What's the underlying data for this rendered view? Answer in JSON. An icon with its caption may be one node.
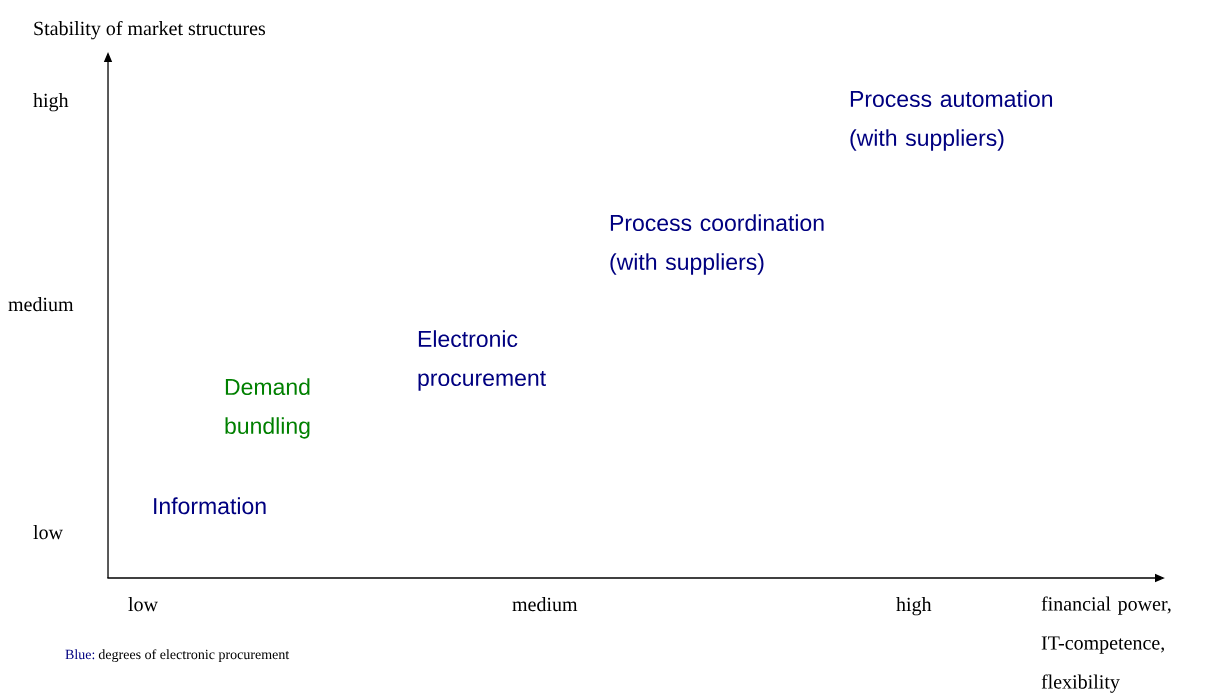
{
  "diagram": {
    "labels": [
      "Stability of market structures",
      "high",
      "Process automation (with suppliers)",
      "Process coordination (with suppliers)",
      "medium",
      "Electronic procurement",
      "Demand bundling",
      "Information",
      "low",
      "low",
      "medium",
      "high",
      "financial power, IT-competence, flexibility",
      "Blue:",
      "degrees of electronic procurement"
    ]
  }
}
